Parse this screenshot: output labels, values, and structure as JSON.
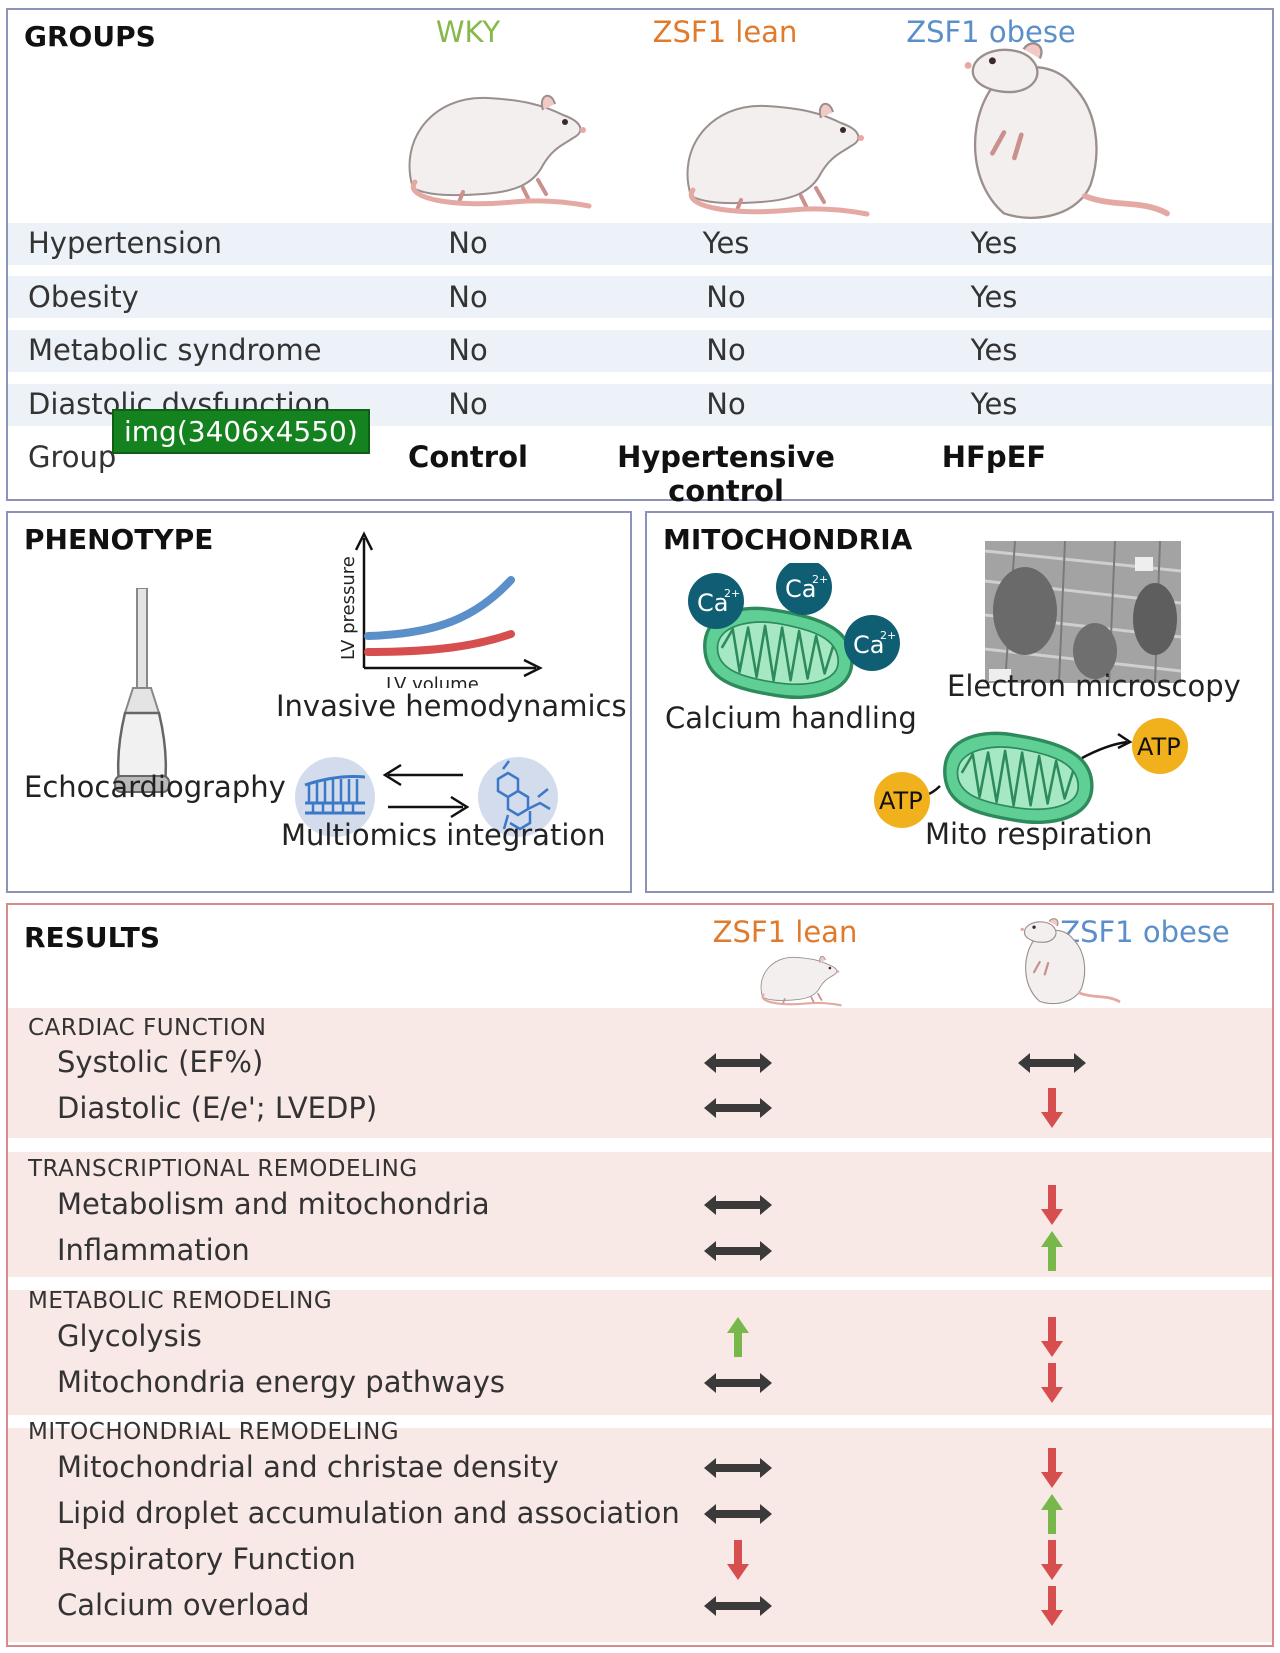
{
  "colors": {
    "wky": "#86b84a",
    "zsf1_lean": "#e07a2c",
    "zsf1_obese": "#5b8fc9",
    "arrow_neutral": "#3a3a3a",
    "arrow_down": "#d64e4e",
    "arrow_up": "#78b84a",
    "mito_fill": "#5fcf95",
    "ca_fill": "#0f5e73",
    "atp_fill": "#f0b11c"
  },
  "overlay": {
    "text": "img(3406x4550)"
  },
  "groups": {
    "title": "GROUPS",
    "columns": [
      {
        "name": "WKY",
        "color": "#86b84a"
      },
      {
        "name": "ZSF1 lean",
        "color": "#e07a2c"
      },
      {
        "name": "ZSF1 obese",
        "color": "#5b8fc9"
      }
    ],
    "rows": [
      {
        "label": "Hypertension",
        "values": [
          "No",
          "Yes",
          "Yes"
        ]
      },
      {
        "label": "Obesity",
        "values": [
          "No",
          "No",
          "Yes"
        ]
      },
      {
        "label": "Metabolic syndrome",
        "values": [
          "No",
          "No",
          "Yes"
        ]
      },
      {
        "label": "Diastolic dysfunction",
        "values": [
          "No",
          "No",
          "Yes"
        ]
      },
      {
        "label": "Group",
        "values": [
          "Control",
          "Hypertensive control",
          "HFpEF"
        ]
      }
    ]
  },
  "phenotype": {
    "title": "PHENOTYPE",
    "echo_label": "Echocardiography",
    "hemo_label": "Invasive hemodynamics",
    "axis_y": "LV pressure",
    "axis_x": "LV volume",
    "omics_label": "Multiomics integration"
  },
  "mitochondria": {
    "title": "MITOCHONDRIA",
    "calcium_label": "Calcium handling",
    "ca_ion": "Ca",
    "ca_charge": "2+",
    "em_label": "Electron microscopy",
    "resp_label": "Mito respiration",
    "atp": "ATP"
  },
  "results": {
    "title": "RESULTS",
    "columns": [
      {
        "name": "ZSF1 lean",
        "color": "#e07a2c"
      },
      {
        "name": "ZSF1 obese",
        "color": "#5b8fc9"
      }
    ],
    "sections": [
      {
        "title": "CARDIAC FUNCTION",
        "items": [
          {
            "label": "Systolic (EF%)",
            "lean": "neutral",
            "obese": "neutral"
          },
          {
            "label": "Diastolic (E/e'; LVEDP)",
            "lean": "neutral",
            "obese": "down"
          }
        ]
      },
      {
        "title": "TRANSCRIPTIONAL REMODELING",
        "items": [
          {
            "label": "Metabolism and mitochondria",
            "lean": "neutral",
            "obese": "down"
          },
          {
            "label": "Inflammation",
            "lean": "neutral",
            "obese": "up"
          }
        ]
      },
      {
        "title": "METABOLIC REMODELING",
        "items": [
          {
            "label": "Glycolysis",
            "lean": "up",
            "obese": "down"
          },
          {
            "label": "Mitochondria energy pathways",
            "lean": "neutral",
            "obese": "down"
          }
        ]
      },
      {
        "title": "MITOCHONDRIAL REMODELING",
        "items": [
          {
            "label": "Mitochondrial and christae density",
            "lean": "neutral",
            "obese": "down"
          },
          {
            "label": "Lipid droplet accumulation and association",
            "lean": "neutral",
            "obese": "up"
          },
          {
            "label": "Respiratory Function",
            "lean": "down",
            "obese": "down"
          },
          {
            "label": "Calcium overload",
            "lean": "neutral",
            "obese": "down"
          }
        ]
      }
    ]
  }
}
